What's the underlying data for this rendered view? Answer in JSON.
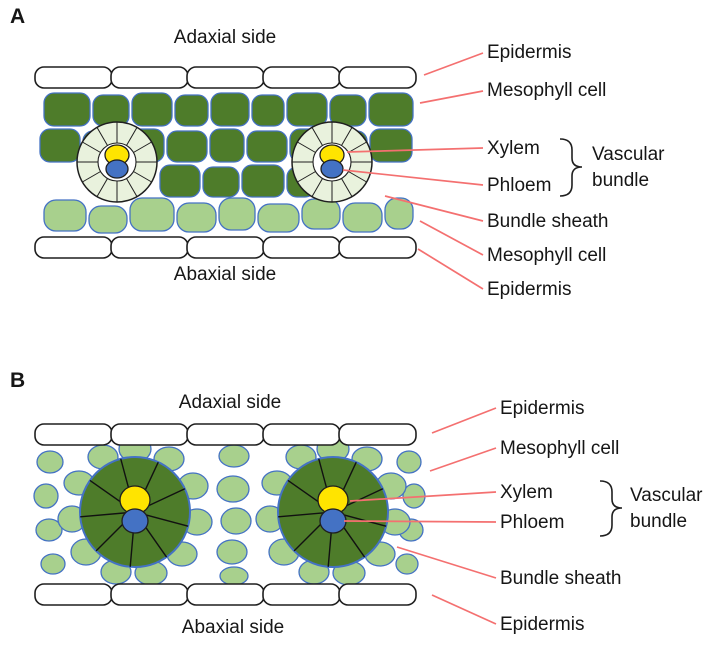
{
  "panel_a": {
    "letter": "A",
    "adaxial": "Adaxial side",
    "abaxial": "Abaxial side",
    "labels": {
      "epidermis_top": "Epidermis",
      "mesophyll_top": "Mesophyll cell",
      "xylem": "Xylem",
      "phloem": "Phloem",
      "vascular_line1": "Vascular",
      "vascular_line2": "bundle",
      "bundle_sheath": "Bundle sheath",
      "mesophyll_bottom": "Mesophyll cell",
      "epidermis_bottom": "Epidermis"
    }
  },
  "panel_b": {
    "letter": "B",
    "adaxial": "Adaxial side",
    "abaxial": "Abaxial side",
    "labels": {
      "epidermis_top": "Epidermis",
      "mesophyll": "Mesophyll cell",
      "xylem": "Xylem",
      "phloem": "Phloem",
      "vascular_line1": "Vascular",
      "vascular_line2": "bundle",
      "bundle_sheath": "Bundle sheath",
      "epidermis_bottom": "Epidermis"
    }
  },
  "colors": {
    "dark_green": "#4e7c2a",
    "light_green": "#a8d08d",
    "cell_outline_blue": "#4472c4",
    "xylem_yellow": "#ffe400",
    "phloem_blue": "#4472c4",
    "leader_red": "#f47070"
  }
}
